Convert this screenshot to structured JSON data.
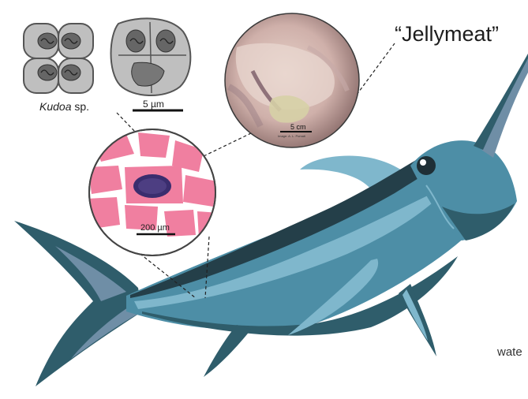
{
  "labels": {
    "jellymeat": "“Jellymeat”",
    "kudoa_genus": "Kudoa",
    "kudoa_suffix": " sp.",
    "scale_spore": "5 µm",
    "scale_tissue": "200 µm",
    "scale_photo": "5 cm",
    "photo_credit": "Image: A. L. Pomati",
    "right_edge_text": "wate"
  },
  "colors": {
    "fish_dark": "#2f5d6b",
    "fish_mid": "#4d8ea6",
    "fish_light": "#7fb7cc",
    "fish_grey": "#6f8ea6",
    "muscle_pink": "#f07fa0",
    "cyst": "#3a2d6e",
    "spore_fill": "#bfbfbf",
    "spore_outline": "#555555"
  }
}
